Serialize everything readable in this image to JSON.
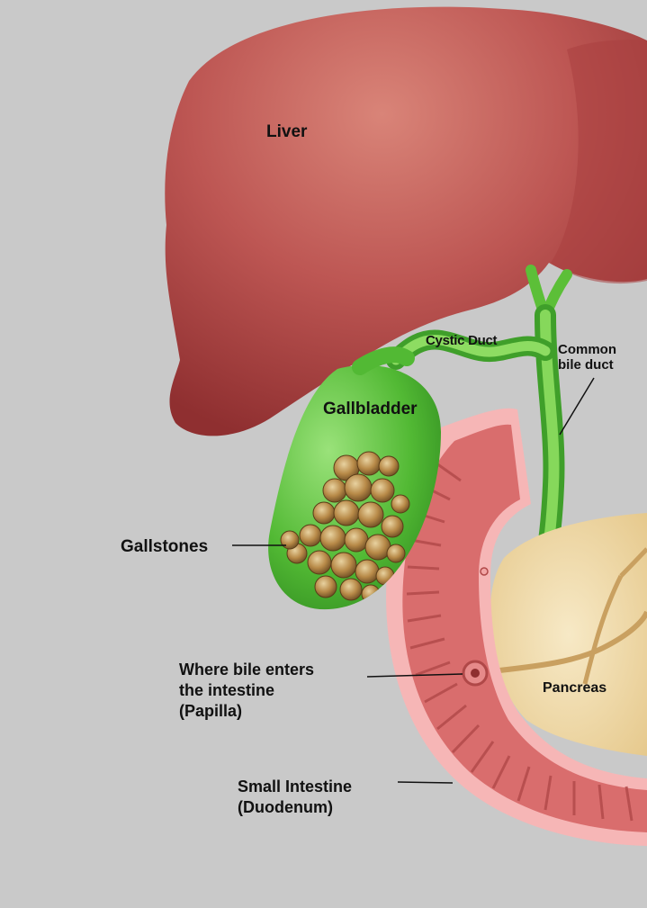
{
  "labels": {
    "liver": "Liver",
    "cystic_duct": "Cystic Duct",
    "common_bile_duct": [
      "Common",
      "bile duct"
    ],
    "gallbladder": "Gallbladder",
    "gallstones": "Gallstones",
    "papilla": [
      "Where bile enters",
      "the intestine",
      "(Papilla)"
    ],
    "pancreas": "Pancreas",
    "small_intestine": [
      "Small Intestine",
      "(Duodenum)"
    ]
  },
  "colors": {
    "background": "#c9c9c9",
    "liver": "#b8504f",
    "gallbladder": "#5cc23a",
    "bile_duct": "#6fca45",
    "duodenum_wall": "#f2a6a6",
    "duodenum_mucosa": "#d96d6d",
    "pancreas": "#f1ddb0",
    "gallstone": "#b8904a"
  }
}
